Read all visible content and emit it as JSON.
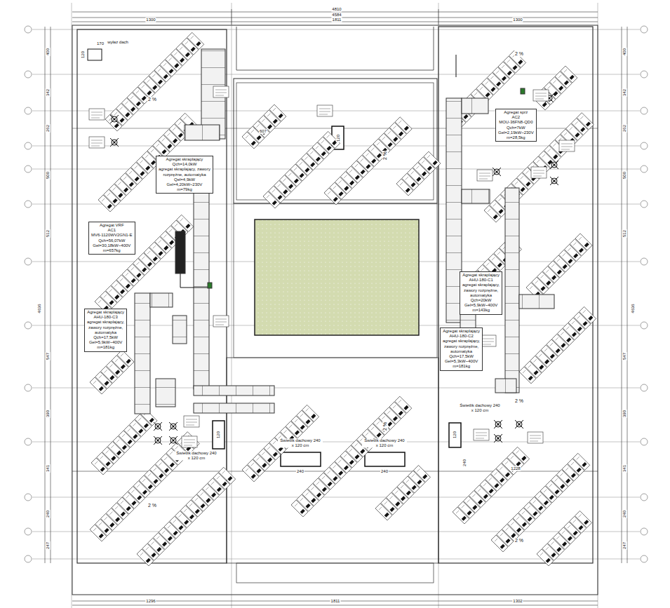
{
  "diagram": {
    "nodes": [
      {
        "text": [
          "Agregat VRF",
          "AC1",
          "MV6-1120WV2GN1-E",
          "Qch=56,07kW",
          "Gel=30,18kW~400V",
          "m=657kg"
        ]
      },
      {
        "text": [
          "Agregat skraplający",
          "AHU-180-C3",
          "agregat skraplający,",
          "zawory rozprężne,",
          "automatyka",
          "Qch=17,5kW",
          "Gel=5,9kW~400V",
          "m=181kg"
        ]
      },
      {
        "text": [
          "Agregat skraplający",
          "Qch=14,0kW",
          "agregat skraplający, zawory",
          "rozprężne, automatyka",
          "Qel=4,9kW",
          "Gel=4,20kW~230V",
          "m=79kg"
        ]
      },
      {
        "text": [
          "Agregat sprz",
          "AC2",
          "MOU-36FN8-QD0",
          "Qch=7kW",
          "Gel=2,19kW~230V",
          "m=28,5kg"
        ]
      },
      {
        "text": [
          "Agregat skraplający",
          "AHU-180-C1",
          "agregat skraplający,",
          "zawory rozprężne,",
          "automatyka",
          "Qch=20kW",
          "Gel=5,9kW~400V",
          "m=143kg"
        ]
      },
      {
        "text": [
          "Agregat skraplający",
          "AHU-180-C2",
          "agregat skraplający,",
          "zawory rozprężne,",
          "automatyka",
          "Qch=17,5kW",
          "Gel=5,3kW~400V",
          "m=181kg"
        ]
      }
    ],
    "labels": [
      "4810",
      "4584",
      "1300",
      "1811",
      "1300",
      "1296",
      "1811",
      "1302",
      "400",
      "342",
      "262",
      "500",
      "512",
      "4636",
      "547",
      "390",
      "341",
      "240",
      "247",
      "400",
      "342",
      "262",
      "500",
      "512",
      "4636",
      "547",
      "390",
      "341",
      "240",
      "247",
      "2 %",
      "2 %",
      "2 %",
      "2 %",
      "2 %",
      "2 %",
      "2 %",
      "wyłaz dach",
      "170",
      "120",
      "Świetlik dachowy 240 x 120 cm",
      "Świetlik dachowy 240 x 120 cm",
      "Świetlik dachowy 240 x 120 cm",
      "Świetlik dachowy 240 x 120 cm",
      "240",
      "240",
      "120",
      "120",
      "120",
      "607",
      "1228",
      "240"
    ]
  }
}
